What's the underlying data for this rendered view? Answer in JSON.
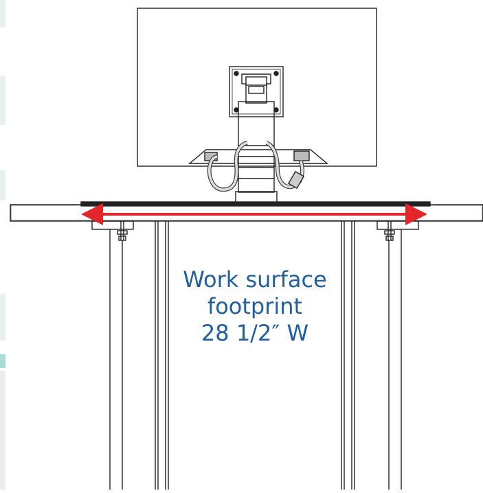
{
  "diagram": {
    "caption_lines": [
      "Work surface",
      "footprint",
      "28 1/2″ W"
    ],
    "accent_color": "#e3262b",
    "text_color": "#1f5fa0",
    "line_color": "#222222",
    "icons": {
      "width_arrow": "double-headed-horizontal-arrow"
    }
  }
}
